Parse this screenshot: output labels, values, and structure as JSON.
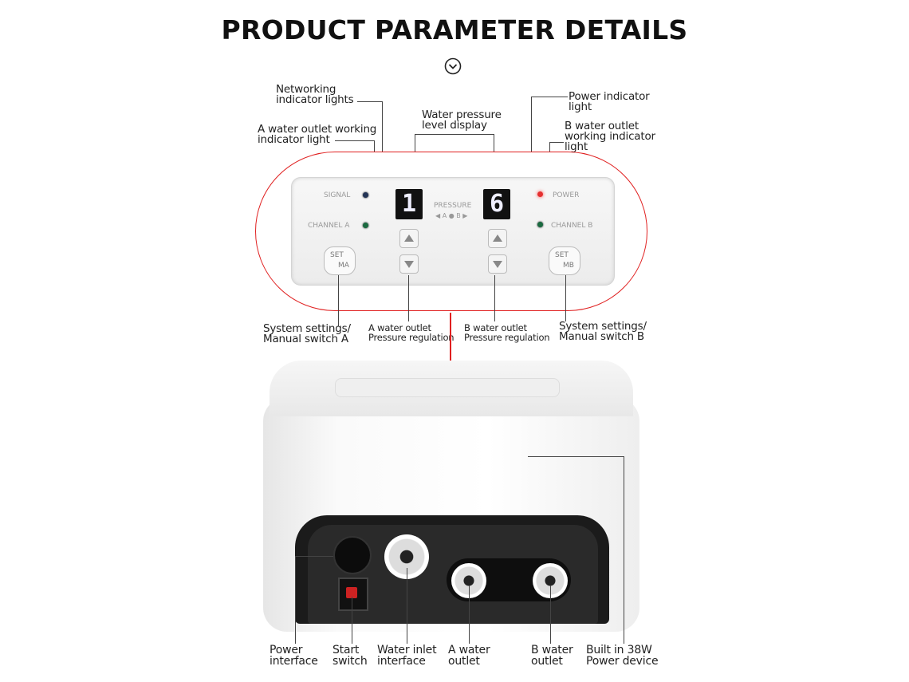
{
  "title": "PRODUCT PARAMETER DETAILS",
  "icons": {
    "chevron": "chevron-down-circle-icon"
  },
  "callouts": {
    "networking": [
      "Networking",
      "indicator lights"
    ],
    "a_outlet_light": [
      "A water outlet working",
      "indicator light"
    ],
    "pressure_display": [
      "Water pressure",
      "level display"
    ],
    "power_light": [
      "Power indicator",
      "light"
    ],
    "b_outlet_light": [
      "B water outlet",
      "working indicator",
      "light"
    ],
    "system_a": [
      "System settings/",
      "Manual switch A"
    ],
    "a_pressure": [
      "A water outlet",
      "Pressure regulation"
    ],
    "b_pressure": [
      "B water outlet",
      "Pressure regulation"
    ],
    "system_b": [
      "System settings/",
      "Manual switch B"
    ],
    "power_interface": [
      "Power",
      "interface"
    ],
    "start_switch": [
      "Start",
      "switch"
    ],
    "water_inlet": [
      "Water inlet",
      "interface"
    ],
    "a_outlet": [
      "A water",
      "outlet"
    ],
    "b_outlet": [
      "B water",
      "outlet"
    ],
    "built_in": [
      "Built in 38W",
      "Power device"
    ]
  },
  "panel": {
    "signal": "SIGNAL",
    "channel_a": "CHANNEL A",
    "power": "POWER",
    "channel_b": "CHANNEL B",
    "pressure": "PRESSURE",
    "pressure_sub": "◀ A ● B ▶",
    "display_a": "1",
    "display_b": "6",
    "set": "SET",
    "ma": "MA",
    "mb": "MB"
  },
  "colors": {
    "accent_line": "#e02020",
    "power_led": "#e53030",
    "channel_led": "#1a6a40",
    "signal_led": "#223355"
  }
}
